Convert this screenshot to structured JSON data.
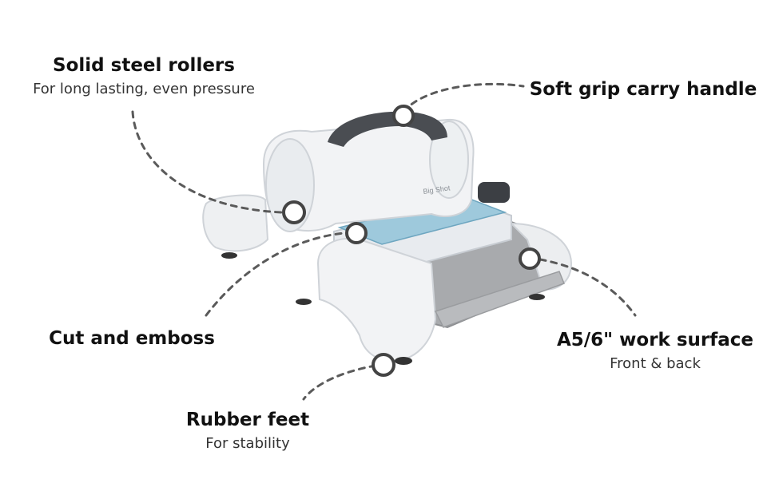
{
  "product": {
    "body_label": "Big Shot"
  },
  "callouts": {
    "rollers": {
      "title": "Solid steel rollers",
      "subtitle": "For long lasting, even pressure"
    },
    "handle": {
      "title": "Soft grip carry handle"
    },
    "emboss": {
      "title": "Cut and emboss"
    },
    "work_surface": {
      "title": "A5/6\" work surface",
      "subtitle": "Front & back"
    },
    "feet": {
      "title": "Rubber feet",
      "subtitle": "For stability"
    }
  },
  "colors": {
    "machine_body": "#f2f3f5",
    "machine_shadow": "#cfd3d8",
    "platform_grey": "#a8aaad",
    "handle_dark": "#4a4d52",
    "plate_blue": "#9ec9dc",
    "dashed_line": "#5a5a5a",
    "marker_ring": "#444444"
  }
}
